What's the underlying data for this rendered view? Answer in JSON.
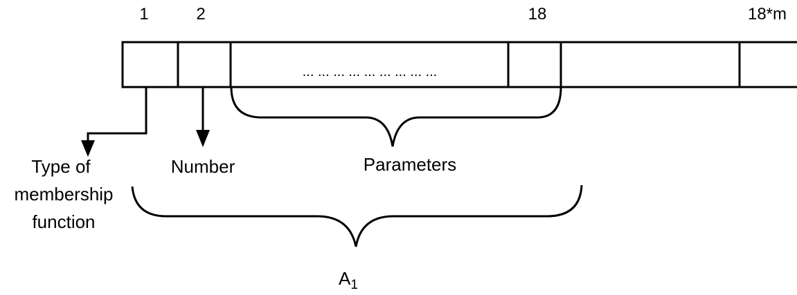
{
  "diagram": {
    "cell_index_labels": [
      "1",
      "2",
      "18",
      "18*m"
    ],
    "ellipsis": "... ... ... ... ... ... ... ... ...",
    "labels": {
      "type_line1": "Type of",
      "type_line2": "membership",
      "type_line3": "function",
      "number": "Number",
      "parameters": "Parameters",
      "a_main": "A",
      "a_sub": "1"
    },
    "colors": {
      "stroke": "#000000",
      "background": "#ffffff"
    }
  }
}
